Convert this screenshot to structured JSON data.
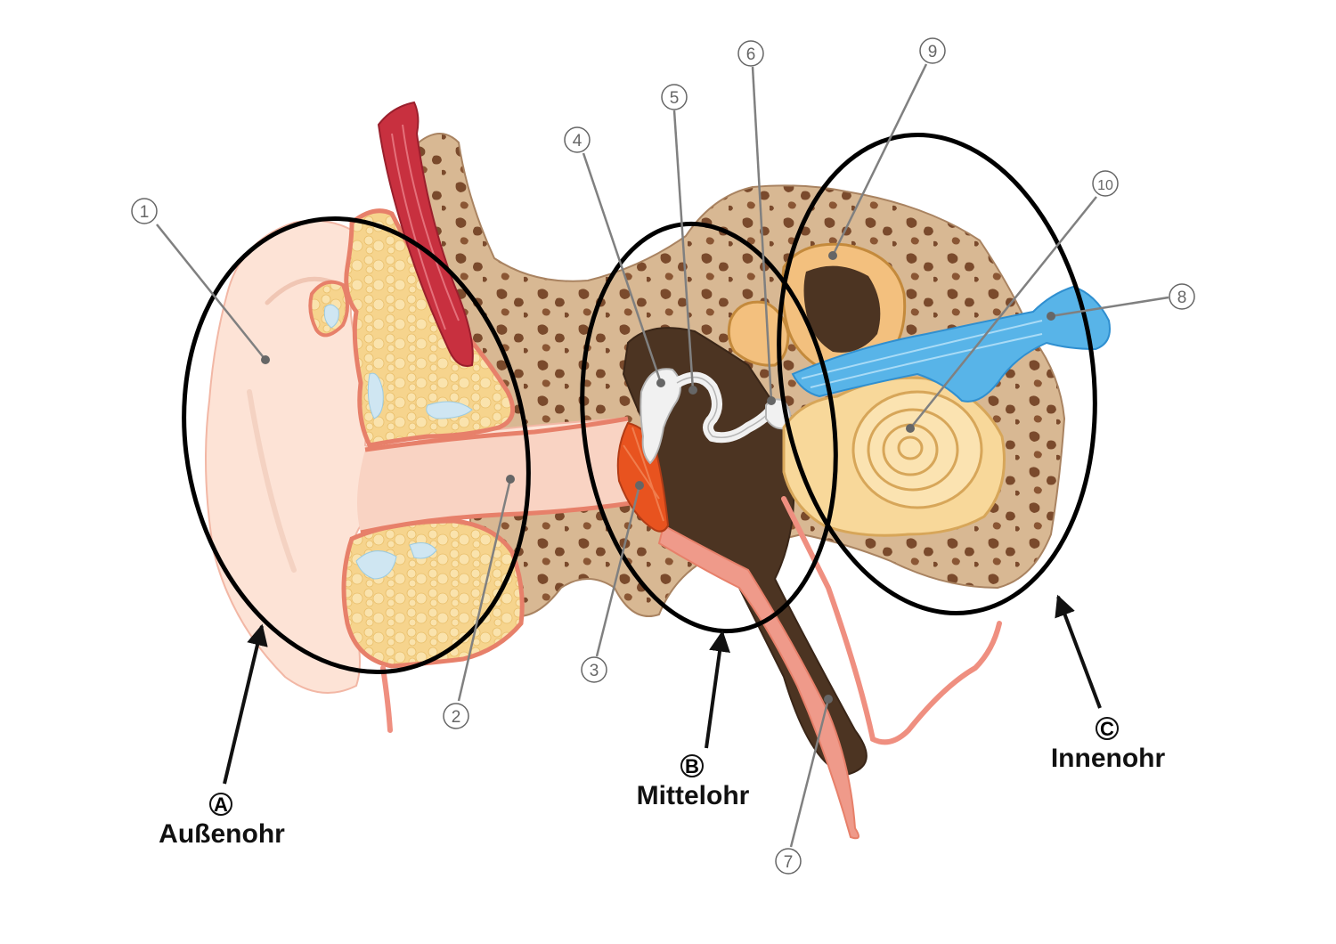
{
  "regions": [
    {
      "letter": "A",
      "name": "Außenohr"
    },
    {
      "letter": "B",
      "name": "Mittelohr"
    },
    {
      "letter": "C",
      "name": "Innenohr"
    }
  ],
  "numbers": [
    "1",
    "2",
    "3",
    "4",
    "5",
    "6",
    "7",
    "8",
    "9",
    "10"
  ],
  "colors": {
    "skin": "#fde3d6",
    "cartilage_outline": "#e7806a",
    "fat": "#f6d48d",
    "bone": "#d8b893",
    "bone_spots": "#7a4a2c",
    "cavity": "#4c3422",
    "muscle": "#c8303f",
    "eardrum": "#e8531f",
    "ossicles": "#f1f1f1",
    "cochlea": "#f8d89a",
    "nerve": "#58b4e8",
    "region_outline": "#000000",
    "label_line": "#808080"
  },
  "icons": {
    "ossicles": "ossicles-icon",
    "cochlea": "cochlea-icon",
    "nerve": "nerve-icon"
  }
}
